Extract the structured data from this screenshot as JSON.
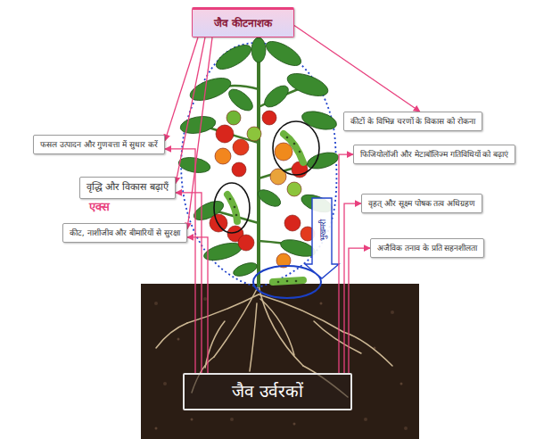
{
  "diagram": {
    "nodes": [
      {
        "text": [
          "जैव कीटनाशक"
        ]
      },
      {
        "text": [
          "फसल उत्पादन और गुणवत्ता में सुधार करें"
        ]
      },
      {
        "text": [
          "वृद्धि और विकास बढ़ाएँ"
        ]
      },
      {
        "text": [
          "कीट, नाशीजीव और बीमारियों से सुरक्षा"
        ]
      },
      {
        "text": [
          "कीटों के विभिन्न चरणों के विकास को रोकना"
        ]
      },
      {
        "text": [
          "फिजियोलॉजी और मेटाबॉलिज्म गतिविधियों को बढ़ाएं"
        ]
      },
      {
        "text": [
          "वृहत् और सूक्ष्म पोषक तत्व अधिग्रहण"
        ]
      },
      {
        "text": [
          "अजैविक तनाव के प्रति सहनशीलता"
        ]
      },
      {
        "text": [
          "जैव उर्वरकों"
        ]
      }
    ],
    "edges": [
      {
        "from": 0,
        "to": 1,
        "arrow": "to"
      },
      {
        "from": 0,
        "to": 2,
        "arrow": "to"
      },
      {
        "from": 0,
        "to": 3,
        "arrow": "to"
      },
      {
        "from": 0,
        "to": 4,
        "arrow": "to"
      },
      {
        "from": 8,
        "to": 1,
        "arrow": "to"
      },
      {
        "from": 8,
        "to": 2,
        "arrow": "to"
      },
      {
        "from": 8,
        "to": 3,
        "arrow": "to"
      },
      {
        "from": 8,
        "to": 5,
        "arrow": "to"
      },
      {
        "from": 8,
        "to": 6,
        "arrow": "to"
      },
      {
        "from": 8,
        "to": 7,
        "arrow": "to"
      }
    ],
    "labels": [
      "एक्स",
      "भुखमरी"
    ]
  }
}
